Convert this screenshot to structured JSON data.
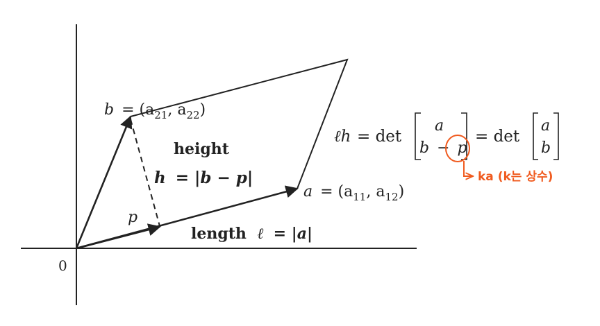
{
  "labels": {
    "origin": "0",
    "b_vec": "b",
    "b_tuple": "= (a",
    "b_sub1": "21",
    "b_comma": ", a",
    "b_sub2": "22",
    "b_close": ")",
    "a_vec": "a",
    "a_tuple": "= (a",
    "a_sub1": "11",
    "a_comma": ", a",
    "a_sub2": "12",
    "a_close": ")",
    "p": "p",
    "height_word": "height",
    "height_formula_h": "h",
    "height_formula_rest": "= |b − p|",
    "length_word": "length",
    "length_formula_l": "ℓ",
    "length_formula_rest": "= |a|"
  },
  "formula": {
    "lhs": "ℓh",
    "eq1": "= det",
    "m1_top": "a",
    "m1_bottom_b": "b",
    "m1_bottom_minus": "−",
    "m1_bottom_p": "p",
    "eq2": "= det",
    "m2_top": "a",
    "m2_bottom": "b"
  },
  "annotation": {
    "text": "ka (k는 상수)",
    "color": "#f05a1e"
  }
}
